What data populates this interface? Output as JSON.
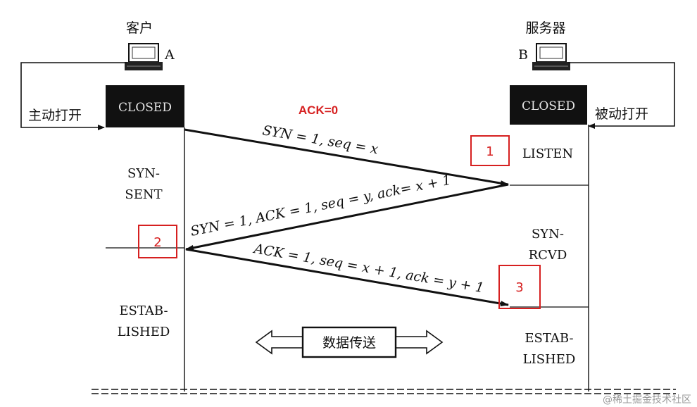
{
  "client": {
    "title": "客户",
    "host_label": "A",
    "state_closed": "CLOSED",
    "active_open": "主动打开"
  },
  "server": {
    "title": "服务器",
    "host_label": "B",
    "state_closed": "CLOSED",
    "passive_open": "被动打开"
  },
  "annotation_ack0": "ACK=0",
  "client_states": {
    "syn_sent": [
      "SYN-",
      "SENT"
    ],
    "established": [
      "ESTAB-",
      "LISHED"
    ]
  },
  "server_states": {
    "listen": "LISTEN",
    "syn_rcvd": [
      "SYN-",
      "RCVD"
    ],
    "established": [
      "ESTAB-",
      "LISHED"
    ]
  },
  "messages": [
    {
      "step": "1",
      "text": "SYN = 1, seq = x"
    },
    {
      "step": "2",
      "text": "SYN = 1, ACK = 1, seq = y, ack= x + 1"
    },
    {
      "step": "3",
      "text": "ACK = 1, seq = x + 1, ack = y + 1"
    }
  ],
  "data_transfer": "数据传送",
  "watermark": "@稀土掘金技术社区"
}
